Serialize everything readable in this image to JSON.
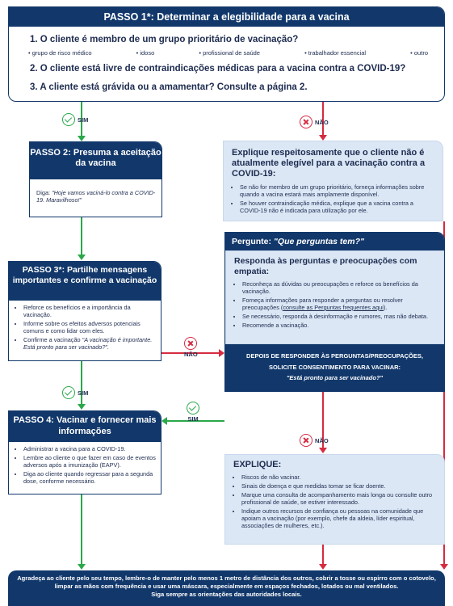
{
  "step1": {
    "title": "PASSO 1*: Determinar a elegibilidade para a vacina",
    "q1": "1. O cliente é membro de um grupo prioritário de vacinação?",
    "q1_options": [
      "grupo de risco médico",
      "idoso",
      "profissional de saúde",
      "trabalhador essencial",
      "outro"
    ],
    "q2": "2. O cliente está livre de contraindicações médicas para a vacina contra a COVID-19?",
    "q3": "3. A cliente está grávida ou a amamentar? Consulte a página 2."
  },
  "labels": {
    "yes": "SIM",
    "no": "NÃO"
  },
  "step2": {
    "title": "PASSO 2: Presuma a aceitação da vacina",
    "say_prefix": "Diga: ",
    "say_quote": "\"Hoje vamos vaciná-lo contra a COVID-19. Maravilhoso!\""
  },
  "explain1": {
    "title": "Explique respeitosamente que o cliente não é atualmente elegível para a vacinação contra a COVID-19:",
    "bullets": [
      "Se não for membro de um grupo prioritário, forneça informações sobre quando a vacina estará mais amplamente disponível.",
      "Se houver contraindicação médica, explique que a vacina contra a COVID-19 não é indicada para utilização por ele."
    ]
  },
  "step3": {
    "title": "PASSO 3*: Partilhe mensagens importantes e confirme a vacinação",
    "bullets": [
      "Reforce os benefícios e a importância da vacinação.",
      "Informe sobre os efeitos adversos potenciais comuns e como lidar com eles."
    ],
    "confirm_prefix": "Confirme a vacinação ",
    "confirm_quote": "\"A vacinação é importante. Está pronto para ser vacinado?\"."
  },
  "ask": {
    "head_prefix": "Pergunte: ",
    "head_quote": "\"Que perguntas tem?\"",
    "title": "Responda às perguntas e preocupações com empatia:",
    "b1": "Reconheça as dúvidas ou preocupações e reforce os benefícios da vacinação.",
    "b2_prefix": "Forneça informações para responder a perguntas ou resolver preocupações (",
    "b2_link": "consulte as Perguntas frequentes aqui",
    "b2_suffix": ").",
    "b3": "Se necessário, responda à desinformação e rumores, mas não debata.",
    "b4": "Recomende a vacinação.",
    "foot1": "DEPOIS DE RESPONDER ÀS PERGUNTAS/PREOCUPAÇÕES,",
    "foot2": "SOLICITE CONSENTIMENTO PARA VACINAR:",
    "foot_quote": "\"Está pronto para ser vacinado?\""
  },
  "step4": {
    "title": "PASSO 4: Vacinar e fornecer mais informações",
    "bullets": [
      "Administrar a vacina para a COVID-19.",
      "Lembre ao cliente o que fazer em caso de eventos adversos após a imunização (EAPV).",
      "Diga ao cliente quando regressar para a segunda dose, conforme necessário."
    ]
  },
  "explain2": {
    "title": "EXPLIQUE:",
    "bullets": [
      "Riscos de não vacinar.",
      "Sinais de doença e que medidas tomar se ficar doente.",
      "Marque uma consulta de acompanhamento mais longa ou consulte outro profissional de saúde, se estiver interessado.",
      "Indique outros recursos de confiança ou pessoas na comunidade que apoiam a vacinação (por exemplo, chefe da aldeia, líder espiritual, associações de mulheres, etc.)."
    ]
  },
  "bottom": {
    "line1": "Agradeça ao cliente pelo seu tempo, lembre-o de manter pelo menos 1 metro de distância dos outros, cobrir a tosse ou espirro com o cotovelo, limpar as mãos com frequência e usar uma máscara, especialmente em espaços fechados, lotados ou mal ventilados.",
    "line2": "Siga sempre as orientações das autoridades locais."
  },
  "colors": {
    "navy": "#12386b",
    "light_blue": "#dbe7f5",
    "green": "#2aa84a",
    "red": "#d62b40"
  }
}
